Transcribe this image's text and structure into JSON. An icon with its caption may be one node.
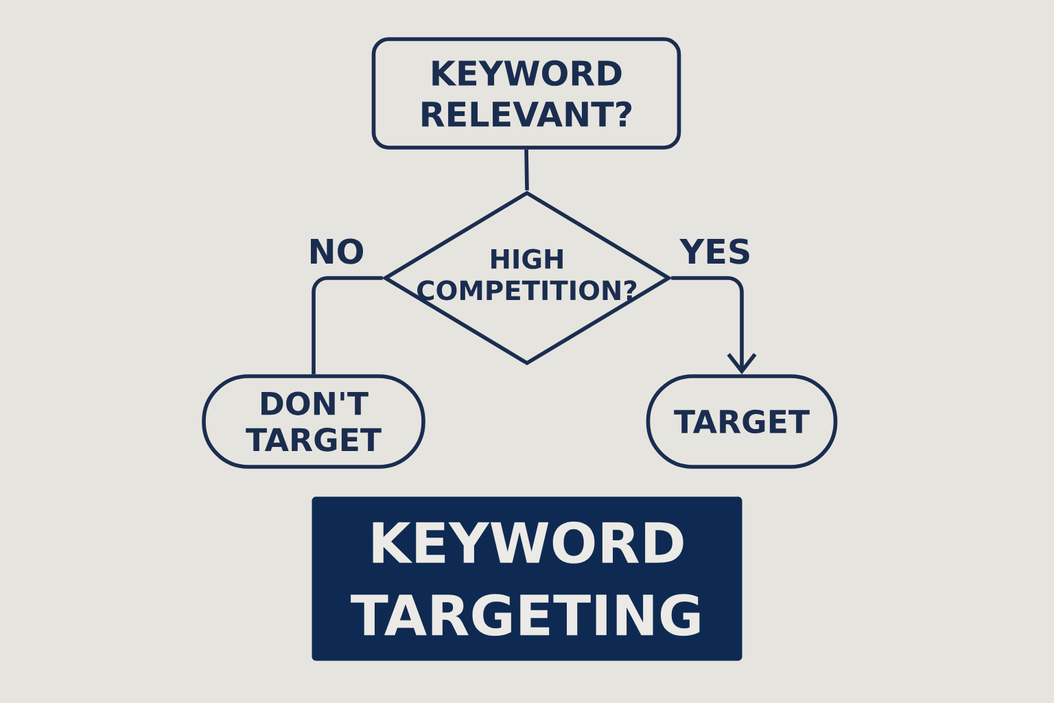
{
  "diagram": {
    "title": "KEYWORD TARGETING",
    "nodes": [
      {
        "text": [
          "KEYWORD RELEVANT?"
        ]
      },
      {
        "text": [
          "HIGH COMPETITION?"
        ]
      },
      {
        "text": [
          "DON'T TARGET"
        ]
      },
      {
        "text": [
          "TARGET"
        ]
      }
    ],
    "edges": [
      {
        "from": 0,
        "to": 1,
        "arrow": "none"
      },
      {
        "from": 1,
        "to": 2,
        "arrow": "none",
        "label": "NO"
      },
      {
        "from": 1,
        "to": 3,
        "arrow": "to",
        "label": "YES"
      }
    ]
  }
}
